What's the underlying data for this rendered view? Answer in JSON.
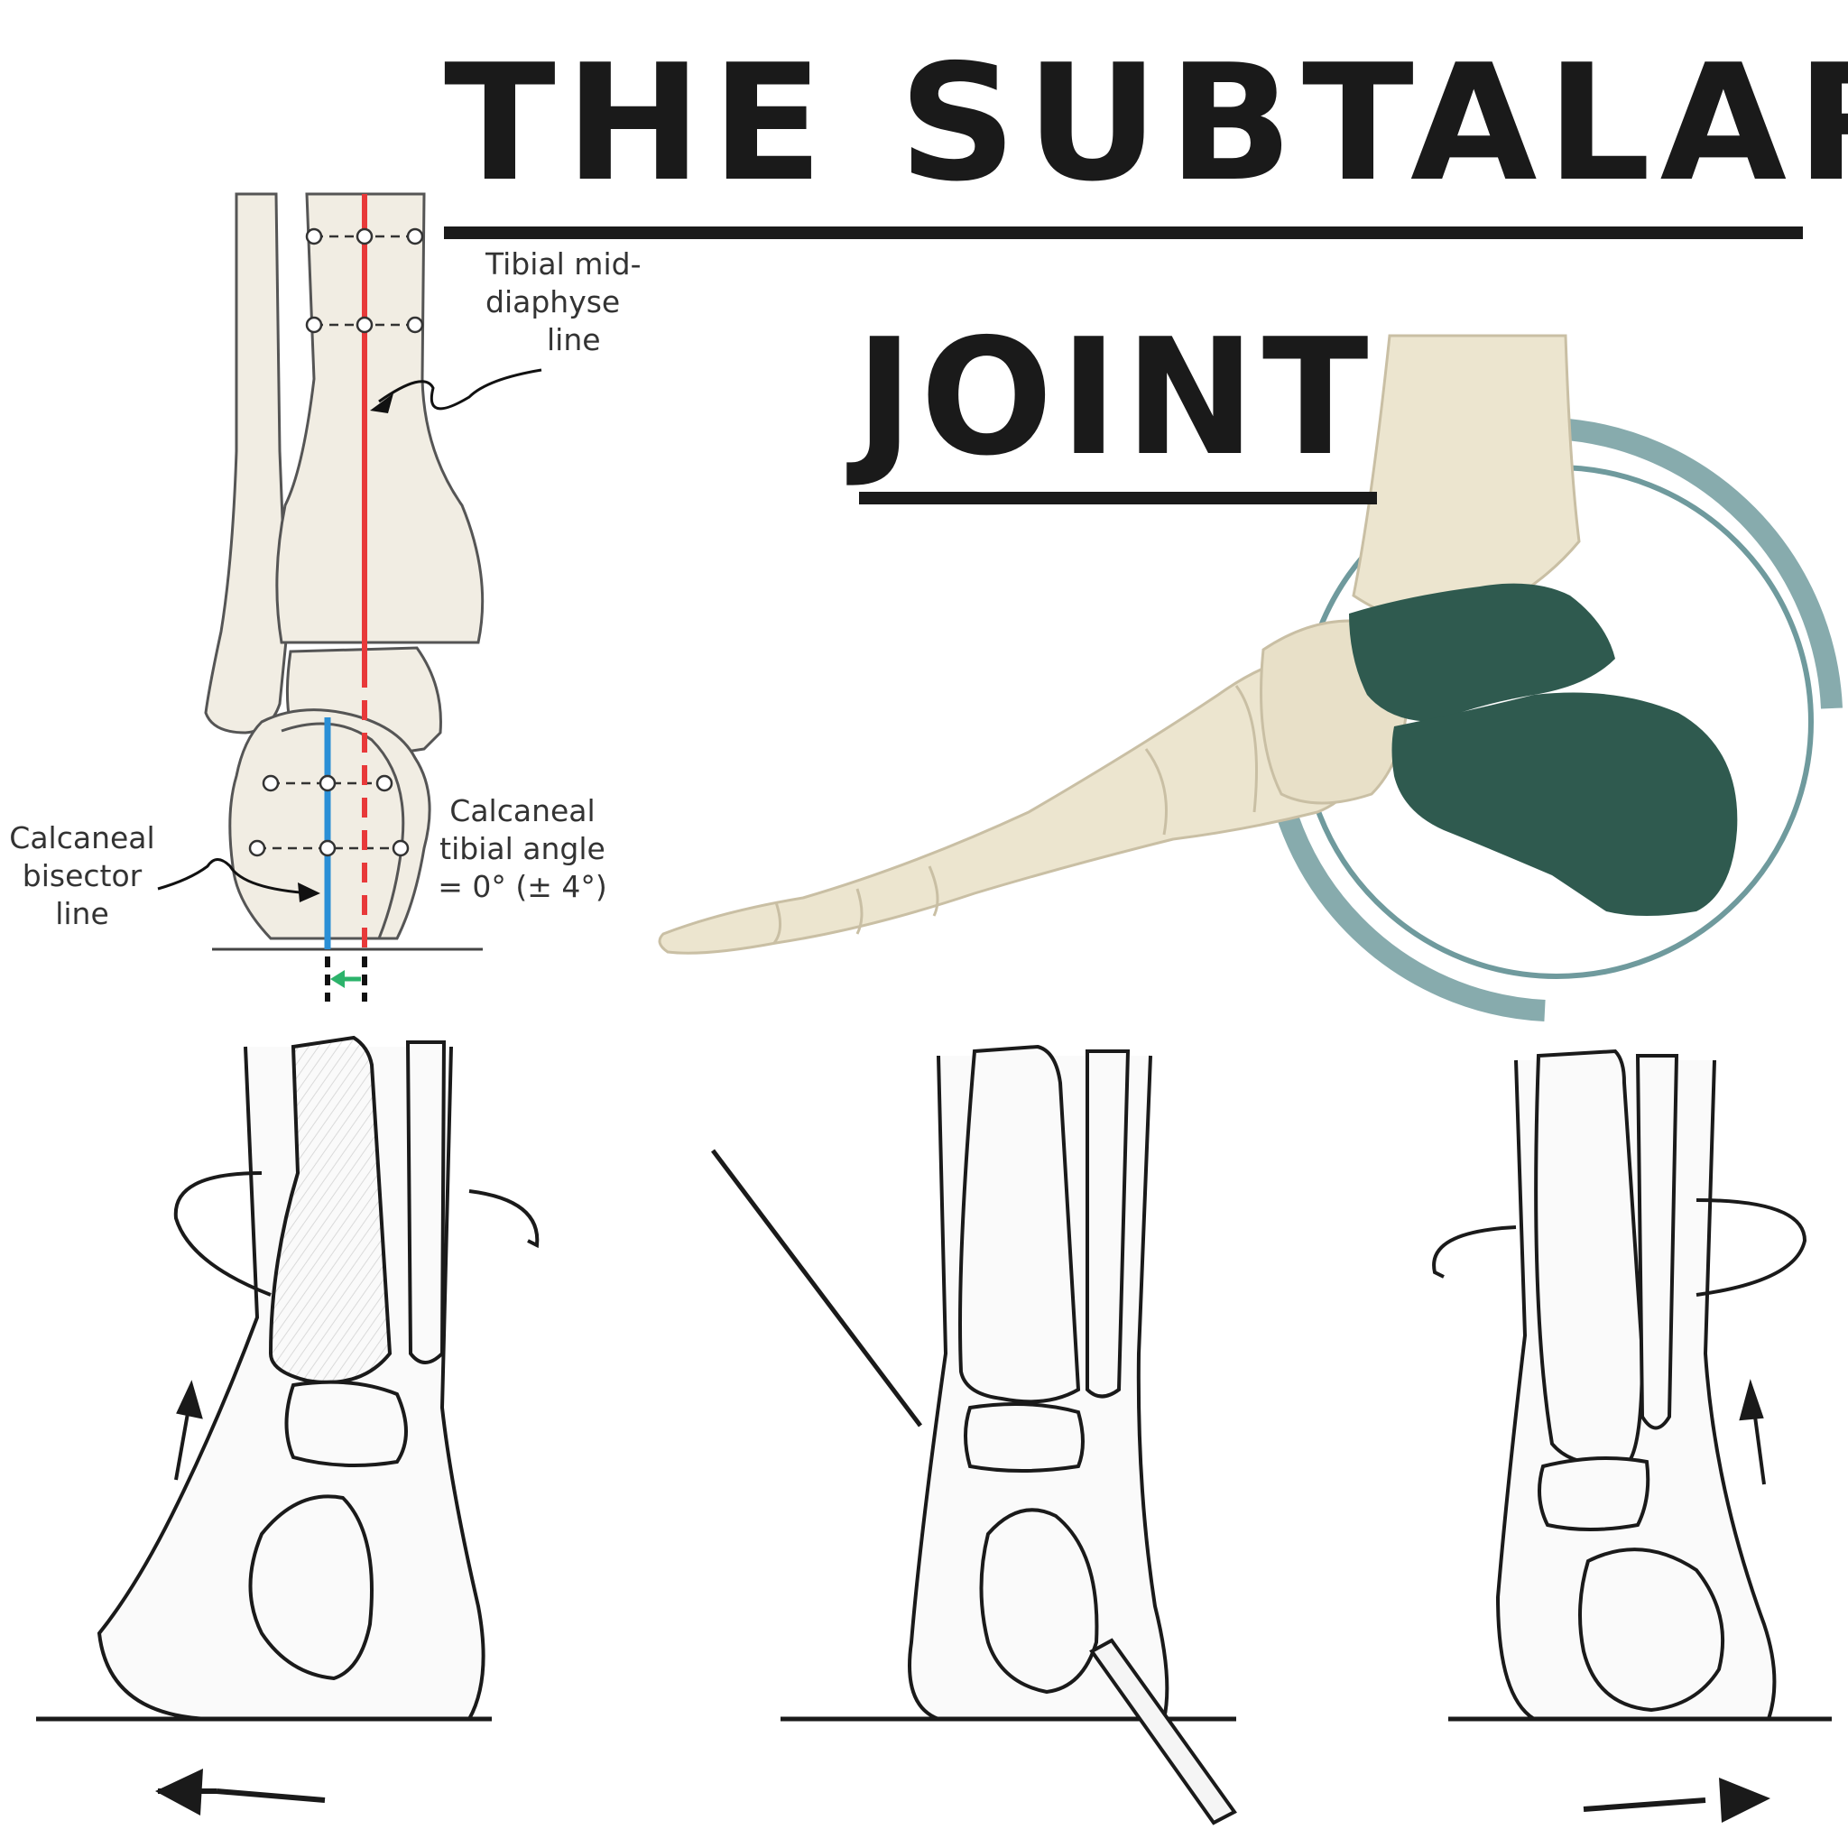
{
  "title": {
    "line1": "THE SUBTALAR",
    "line2": "JOINT"
  },
  "top_diagram": {
    "tibial_label": [
      "Tibial mid-",
      "diaphyse",
      "line"
    ],
    "calcaneal_bisector_label": [
      "Calcaneal",
      "bisector",
      "line"
    ],
    "calcaneal_tibial_angle_label": [
      "Calcaneal",
      "tibial angle",
      "= 0° (± 4°)"
    ]
  },
  "colors": {
    "title": "#1a1a1a",
    "tibial_line": "#e8393a",
    "bisector_line": "#2a8fd6",
    "offset_arrow": "#2cb36b",
    "calcaneus_highlight": "#2f5a4f",
    "ring": "#5f8f92",
    "bone": "#efe9d8"
  }
}
